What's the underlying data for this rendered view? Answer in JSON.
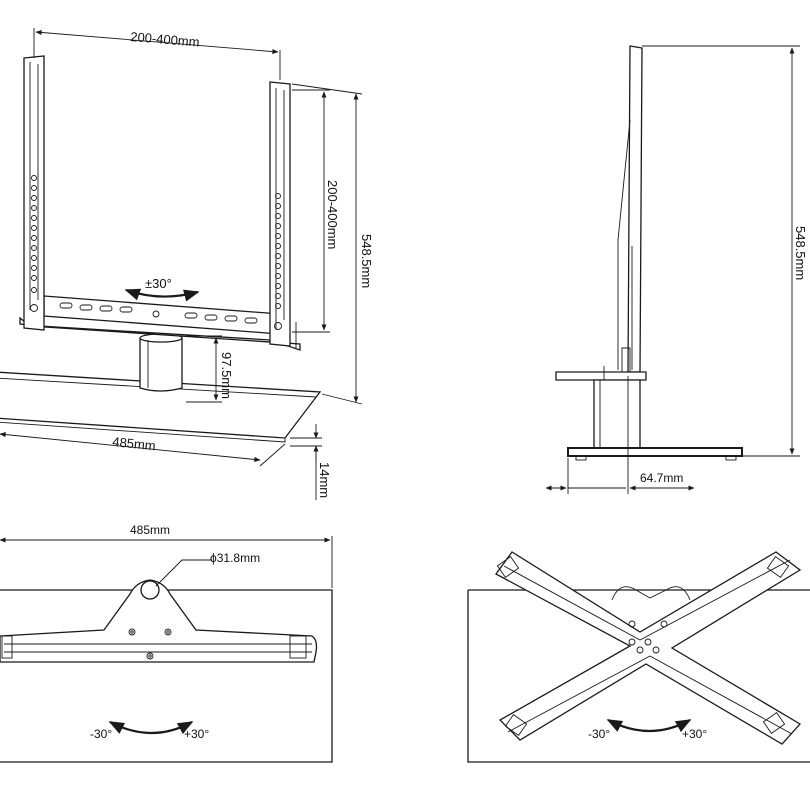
{
  "front_view": {
    "width_range": "200-400mm",
    "height_range": "200-400mm",
    "total_height": "548.5mm",
    "column_height": "97.5mm",
    "base_width": "485mm",
    "base_thickness": "14mm",
    "swivel": "±30°"
  },
  "side_view": {
    "total_height": "548.5mm",
    "offset": "64.7mm"
  },
  "bottom_view_left": {
    "width": "485mm",
    "diameter": "ϕ31.8mm",
    "angle_left": "-30°",
    "angle_right": "+30°"
  },
  "bottom_view_right": {
    "angle_left": "-30°",
    "angle_right": "+30°"
  }
}
